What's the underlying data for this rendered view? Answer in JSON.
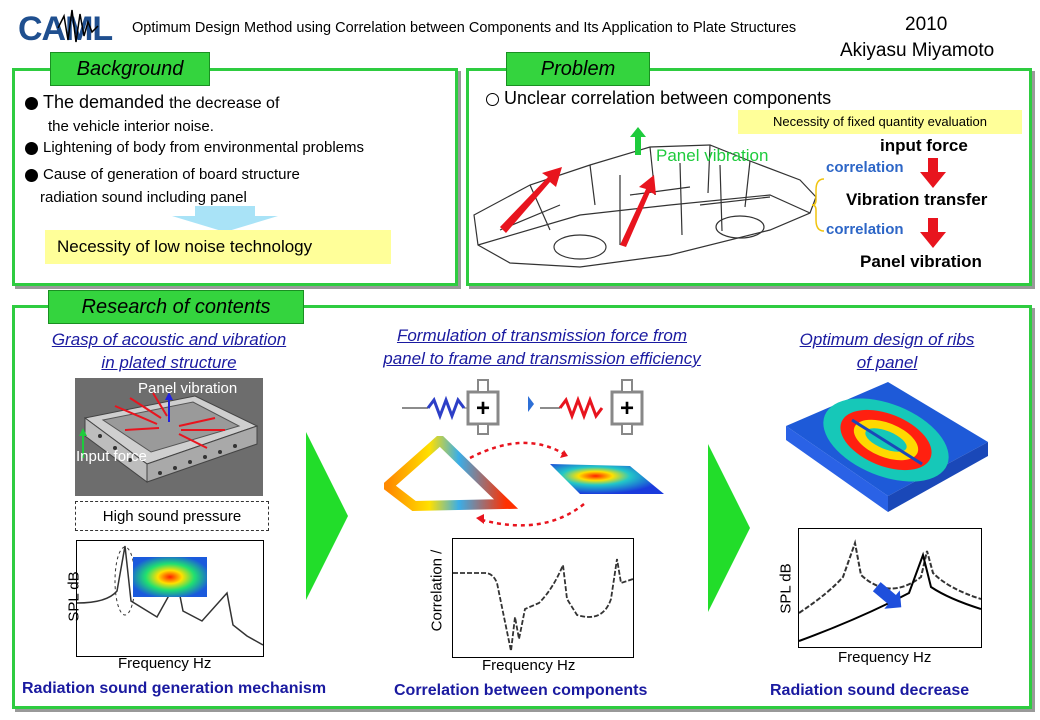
{
  "header": {
    "logo_text": "CAML",
    "title": "Optimum Design Method using Correlation between Components and Its Application to Plate Structures",
    "year": "2010",
    "author": "Akiyasu Miyamoto"
  },
  "background": {
    "tab": "Background",
    "item1_a": "The demanded ",
    "item1_b": "the decrease of",
    "item1_c": "the vehicle interior noise.",
    "item2": "Lightening of body from environmental problems",
    "item3_a": "Cause of generation of board structure",
    "item3_b": "radiation sound including panel",
    "conclusion": "Necessity  of low noise technology"
  },
  "problem": {
    "tab": "Problem",
    "item": "Unclear correlation between components",
    "note": "Necessity of fixed quantity evaluation",
    "panel_vibration_green": "Panel vibration",
    "input_force": "input force",
    "correlation1": "correlation",
    "vibration_transfer": "Vibration transfer",
    "correlation2": "correlation",
    "panel_vibration": "Panel vibration"
  },
  "research": {
    "tab": "Research of contents",
    "col1_title_a": "Grasp of acoustic and vibration ",
    "col1_title_b": "in plated structure",
    "col1_panel_vibration": "Panel vibration",
    "col1_input_force": "Input force",
    "col1_high_sound": "High sound pressure",
    "col1_ylabel": "SPL dB",
    "col1_xlabel": "Frequency Hz",
    "col1_caption": "Radiation sound generation mechanism",
    "col2_title_a": "Formulation of transmission force from",
    "col2_title_b": "panel to frame and transmission efficiency",
    "col2_ylabel": "Correlation /",
    "col2_xlabel": "Frequency Hz",
    "col2_caption": "Correlation between components",
    "col3_title_a": "Optimum  design of ribs ",
    "col3_title_b": "of panel",
    "col3_ylabel": "SPL dB",
    "col3_xlabel": "Frequency Hz",
    "col3_caption": "Radiation sound decrease"
  },
  "colors": {
    "panel_border": "#2ecc40",
    "tab_fill": "#34d43e",
    "caption_blue": "#1a1aa0",
    "arrow_red": "#e8141e",
    "note_yellow": "#ffff99"
  }
}
